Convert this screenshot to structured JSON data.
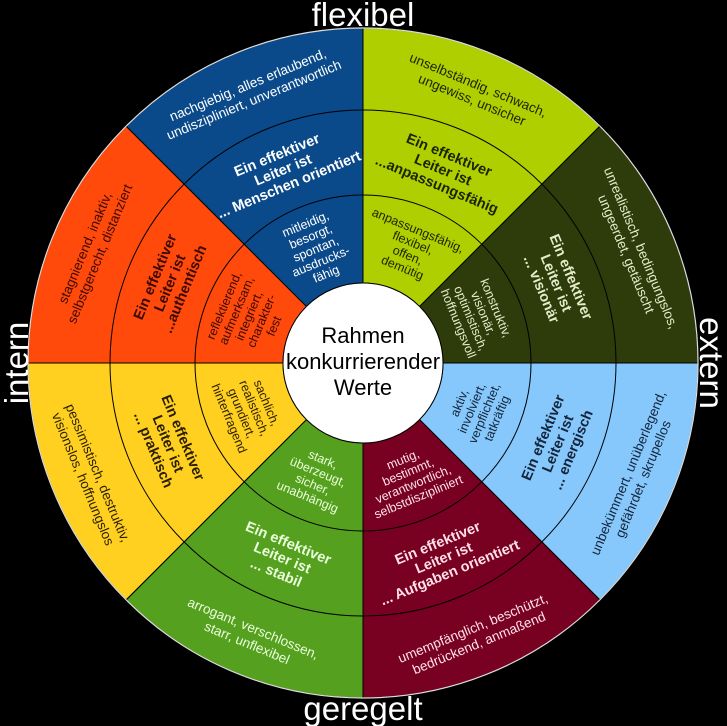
{
  "axes": {
    "top": "flexibel",
    "bottom": "geregelt",
    "left": "intern",
    "right": "extern"
  },
  "center": {
    "lines": [
      "Rahmen",
      "konkurrierender",
      "Werte"
    ]
  },
  "sectors": [
    {
      "id": "anpassungsfaehig",
      "color": "#b0cf00",
      "text_color": "#1a2400",
      "inner": [
        "anpassungsfähig,",
        "flexibel,",
        "offen,",
        "demütig"
      ],
      "title": [
        "Ein effektiver",
        "Leiter ist",
        "...anpassungsfähig"
      ],
      "outer": [
        "unselbständig, schwach,",
        "ungewiss, unsicher"
      ]
    },
    {
      "id": "visionaer",
      "color": "#2e3b0b",
      "text_color": "#e4ecc8",
      "inner": [
        "konstruktiv,",
        "visionär,",
        "optimistisch,",
        "hoffnungsvoll"
      ],
      "title": [
        "Ein effektiver",
        "Leiter ist",
        "... visionär"
      ],
      "outer": [
        "unrealistisch, bedingungslos,",
        "ungeerdet, getäuscht"
      ]
    },
    {
      "id": "energisch",
      "color": "#86c8fc",
      "text_color": "#14243a",
      "inner": [
        "aktiv,",
        "involviert,",
        "verpflichtet,",
        "tatkräftig"
      ],
      "title": [
        "Ein effektiver",
        "Leiter ist",
        "... energisch"
      ],
      "outer": [
        "unbekümmert, unüberlegend,",
        "gefährdet, skrupellos"
      ]
    },
    {
      "id": "aufgaben",
      "color": "#780020",
      "text_color": "#ffe0ea",
      "inner": [
        "mutig,",
        "bestimmt,",
        "verantwortlich,",
        "selbstdiszipliniert"
      ],
      "title": [
        "Ein effektiver",
        "Leiter ist",
        "... Aufgaben orientiert"
      ],
      "outer": [
        "umempfänglich, beschützt,",
        "bedrückend, anmaßend"
      ]
    },
    {
      "id": "stabil",
      "color": "#55a01e",
      "text_color": "#eaffdc",
      "inner": [
        "stark,",
        "überzeugt,",
        "sicher,",
        "unabhängig"
      ],
      "title": [
        "Ein effektiver",
        "Leiter ist",
        "... stabil"
      ],
      "outer": [
        "arrogant, verschlossen,",
        "starr, unflexibel"
      ]
    },
    {
      "id": "praktisch",
      "color": "#ffd020",
      "text_color": "#2a1e00",
      "inner": [
        "sachlich,",
        "realistisch,",
        "grundiert,",
        "hinterfragend"
      ],
      "title": [
        "Ein effektiver",
        "Leiter ist",
        "... praktisch"
      ],
      "outer": [
        "pessimistisch, destruktiv,",
        "visionslos, hoffnungslos"
      ]
    },
    {
      "id": "authentisch",
      "color": "#ff4a0c",
      "text_color": "#3a0800",
      "inner": [
        "reflektierend,",
        "aufmerksam,",
        "integriert,",
        "charakter-",
        "fest"
      ],
      "title": [
        "Ein effektiver",
        "Leiter ist",
        "...authentisch"
      ],
      "outer": [
        "stagnierend, inaktiv,",
        "selbstgerecht, distanziert"
      ]
    },
    {
      "id": "menschen",
      "color": "#0a4a8a",
      "text_color": "#ffffff",
      "inner": [
        "mitleidig,",
        "besorgt,",
        "spontan,",
        "ausdrucks-",
        "fähig"
      ],
      "title": [
        "Ein effektiver",
        "Leiter ist",
        "... Menschen orientiert"
      ],
      "outer": [
        "nachgiebig, alles erlaubend,",
        "undiszipliniert, unverantwortlich"
      ]
    }
  ]
}
